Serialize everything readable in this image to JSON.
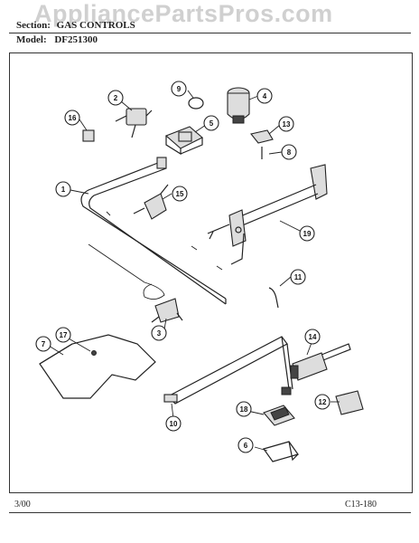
{
  "watermark": "AppliancePartsPros.com",
  "header": {
    "section_label": "Section:",
    "section_value": "GAS CONTROLS",
    "model_label": "Model:",
    "model_value": "DF251300"
  },
  "footer": {
    "left": "3/00",
    "right": "C13-180"
  },
  "callouts": [
    "1",
    "2",
    "3",
    "4",
    "5",
    "6",
    "7",
    "8",
    "9",
    "10",
    "11",
    "12",
    "13",
    "14",
    "15",
    "16",
    "17",
    "18",
    "19"
  ]
}
